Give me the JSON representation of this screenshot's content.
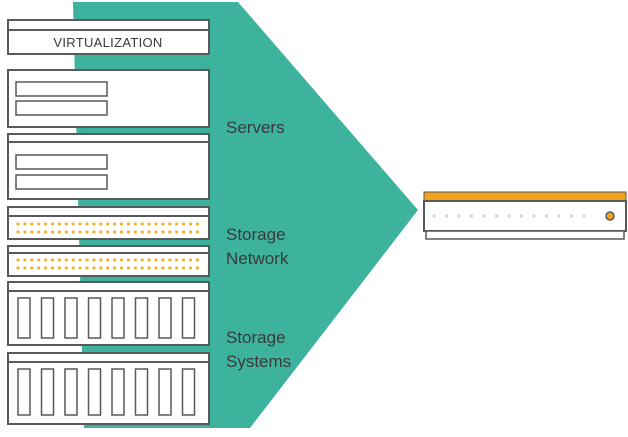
{
  "colors": {
    "arrow": "#3db39e",
    "stroke": "#58595b",
    "outline_light": "#bcbec0",
    "storage_dots": "#f2b233",
    "appliance_top": "#f2a31b",
    "appliance_dots": "#d1d3d4",
    "appliance_led": "#f2a31b",
    "text": "#3a3a3a"
  },
  "rack": {
    "virtualization_label": "VIRTUALIZATION"
  },
  "labels": {
    "servers": "Servers",
    "storage_network_line1": "Storage",
    "storage_network_line2": "Network",
    "storage_systems_line1": "Storage",
    "storage_systems_line2": "Systems"
  },
  "icons": {
    "appliance": "hyperconverged-appliance-icon",
    "arrow": "consolidation-arrow"
  }
}
